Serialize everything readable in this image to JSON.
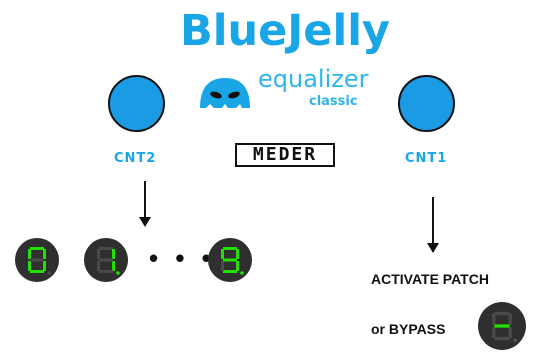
{
  "logo": {
    "brand": "BlueJelly",
    "product": "equalizer",
    "edition": "classic",
    "maker": "MEDER"
  },
  "controls": {
    "left_label": "CNT2",
    "right_label": "CNT1"
  },
  "displays": {
    "first": "0",
    "second": "1",
    "separator": "• • •",
    "last": "9",
    "right": "-"
  },
  "captions": {
    "activate": "ACTIVATE PATCH",
    "bypass": "or BYPASS"
  },
  "colors": {
    "brand_blue": "#1aa6e6",
    "knob_blue": "#1a9be3",
    "segment_on": "#22e000",
    "segment_off": "#4a4a4a",
    "display_body": "#2f2f2f"
  },
  "icons": [
    "jellyfish-icon",
    "down-arrow-icon",
    "seven-segment-display-icon",
    "footswitch-knob-icon"
  ]
}
